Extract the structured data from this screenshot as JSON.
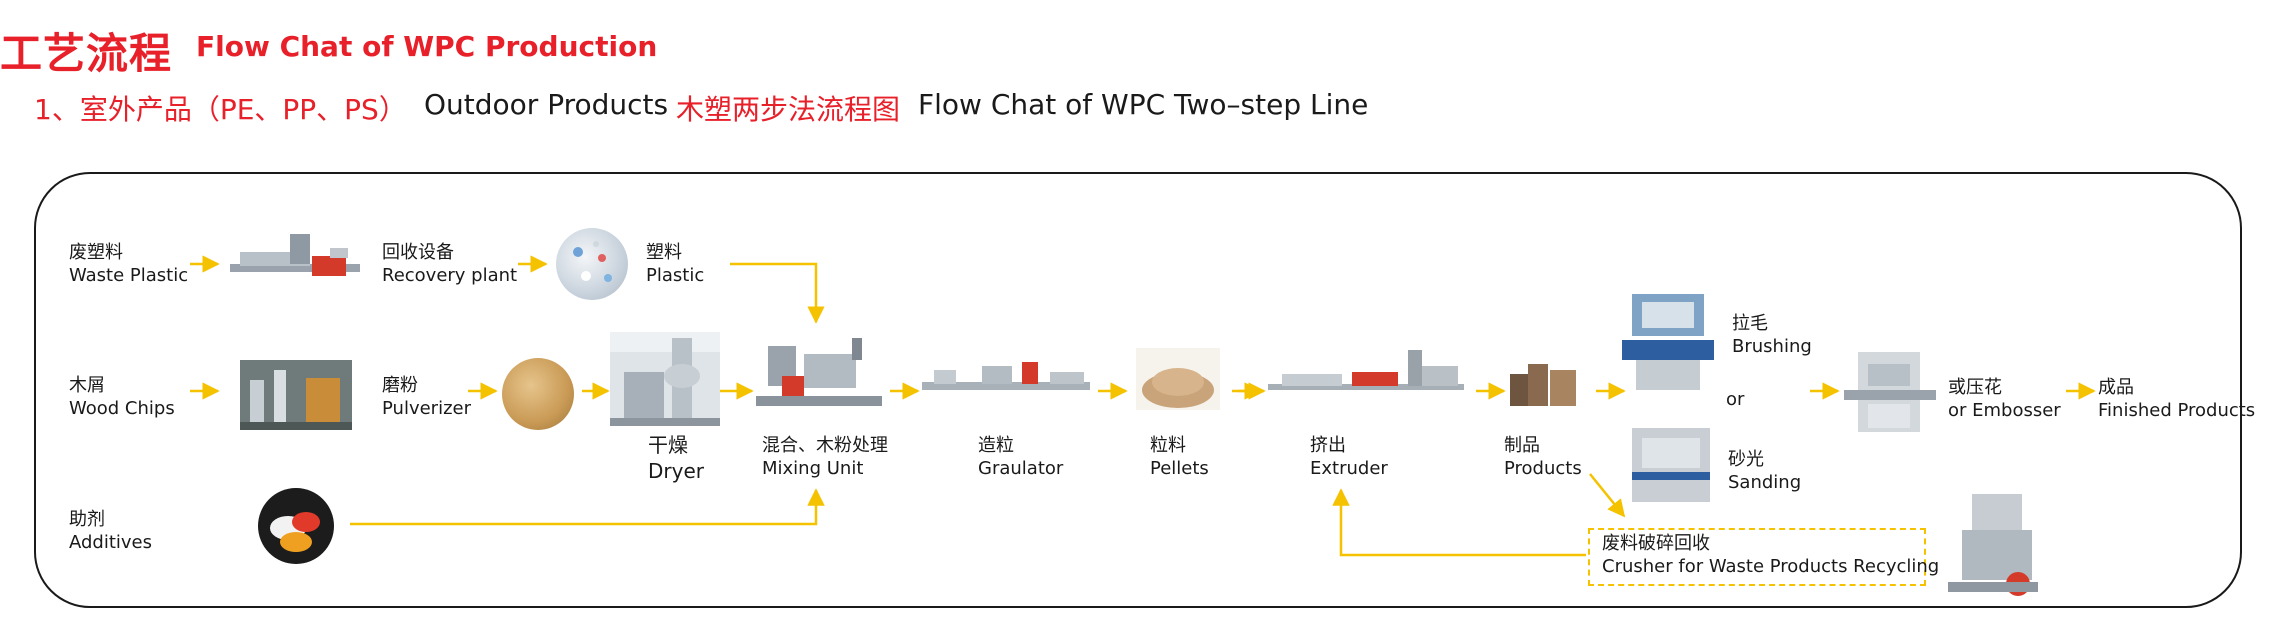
{
  "header": {
    "title_cn": "工艺流程",
    "title_en": "Flow Chat of WPC Production",
    "sub_cn_prefix": "1、室外产品（PE、PP、PS）",
    "sub_en_outdoor": "Outdoor Products",
    "sub_cn_twostep": "木塑两步法流程图",
    "sub_en_twostep": "Flow Chat of WPC Two–step Line"
  },
  "nodes": {
    "waste_plastic": {
      "cn": "废塑料",
      "en": "Waste Plastic"
    },
    "recovery_plant": {
      "cn": "回收设备",
      "en": "Recovery plant"
    },
    "plastic": {
      "cn": "塑料",
      "en": "Plastic"
    },
    "wood_chips": {
      "cn": "木屑",
      "en": "Wood Chips"
    },
    "pulverizer": {
      "cn": "磨粉",
      "en": "Pulverizer"
    },
    "dryer": {
      "cn": "干燥",
      "en": "Dryer"
    },
    "mixing": {
      "cn": "混合、木粉处理",
      "en": "Mixing Unit"
    },
    "granulator": {
      "cn": "造粒",
      "en": "Graulator"
    },
    "pellets": {
      "cn": "粒料",
      "en": "Pellets"
    },
    "extruder": {
      "cn": "挤出",
      "en": "Extruder"
    },
    "products": {
      "cn": "制品",
      "en": "Products"
    },
    "brushing": {
      "cn": "拉毛",
      "en": "Brushing"
    },
    "or_word": "or",
    "sanding": {
      "cn": "砂光",
      "en": "Sanding"
    },
    "embosser": {
      "cn": "或压花",
      "en": "or Embosser"
    },
    "finished": {
      "cn": "成品",
      "en": "Finished Products"
    },
    "additives": {
      "cn": "助剂",
      "en": "Additives"
    },
    "crusher": {
      "cn": "废料破碎回收",
      "en": "Crusher for Waste Products Recycling"
    }
  },
  "colors": {
    "title_red": "#e8202a",
    "arrow_yellow": "#f5c200",
    "frame": "#1a1a1a"
  }
}
